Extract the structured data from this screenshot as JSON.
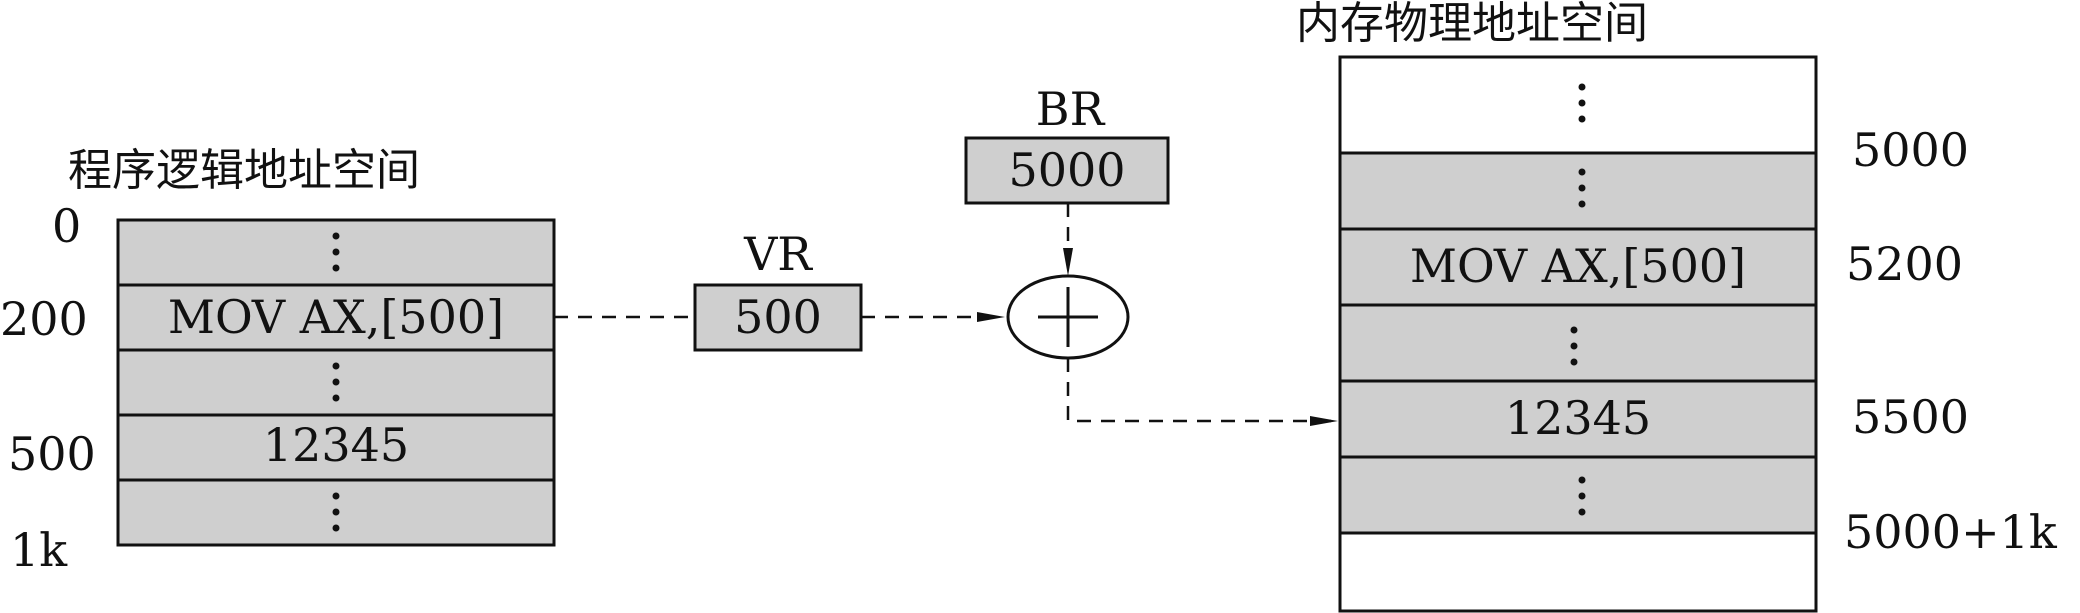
{
  "left_space": {
    "title": "程序逻辑地址空间",
    "cells": [
      {
        "text": "⋮",
        "kind": "dots"
      },
      {
        "text": "MOV AX,[500]",
        "kind": "text"
      },
      {
        "text": "⋮",
        "kind": "dots"
      },
      {
        "text": "12345",
        "kind": "text"
      },
      {
        "text": "⋮",
        "kind": "dots"
      }
    ],
    "addresses": [
      "0",
      "200",
      "500",
      "1k"
    ]
  },
  "vr": {
    "label": "VR",
    "value": "500"
  },
  "br": {
    "label": "BR",
    "value": "5000"
  },
  "adder": {
    "symbol": "+"
  },
  "right_space": {
    "title": "内存物理地址空间",
    "cells": [
      {
        "text": "⋮",
        "kind": "dots"
      },
      {
        "text": "⋮",
        "kind": "dots"
      },
      {
        "text": "MOV AX,[500]",
        "kind": "text"
      },
      {
        "text": "⋮",
        "kind": "dots"
      },
      {
        "text": "12345",
        "kind": "text"
      },
      {
        "text": "⋮",
        "kind": "dots"
      },
      {
        "text": "",
        "kind": "empty"
      }
    ],
    "addresses": [
      "5000",
      "5200",
      "5500",
      "5000+1k"
    ]
  },
  "colors": {
    "cell_fill": "#cfcfcf",
    "stroke": "#111111",
    "background": "#ffffff"
  }
}
